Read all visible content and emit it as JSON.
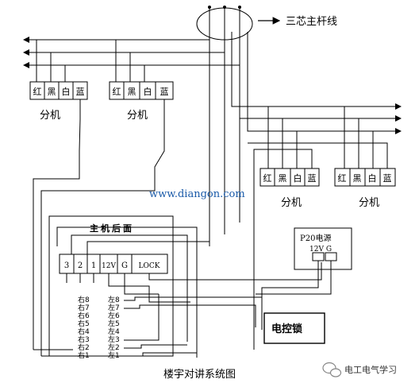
{
  "diagram": {
    "trunk_label": "三芯主杆线",
    "website": "www.diangon.com",
    "caption": "楼宇对讲系统图",
    "watermark": "电工电气学习",
    "extension_units": [
      {
        "label": "分机",
        "terminals": [
          "红",
          "黑",
          "白",
          "蓝"
        ]
      },
      {
        "label": "分机",
        "terminals": [
          "红",
          "黑",
          "白",
          "蓝"
        ]
      },
      {
        "label": "分机",
        "terminals": [
          "红",
          "黑",
          "白",
          "蓝"
        ]
      },
      {
        "label": "分机",
        "terminals": [
          "红",
          "黑",
          "白",
          "蓝"
        ]
      }
    ],
    "host_unit": {
      "label": "主机后面",
      "terminals": [
        "3",
        "2",
        "1",
        "12V",
        "G",
        "LOCK"
      ],
      "left_pins": [
        "左8",
        "左7",
        "左6",
        "左5",
        "左4",
        "左3",
        "左2",
        "左1"
      ],
      "right_pins": [
        "右8",
        "右7",
        "右6",
        "右5",
        "右4",
        "右3",
        "右2",
        "右1"
      ]
    },
    "power_supply": {
      "label": "P20电源",
      "terminals_text": "12V G"
    },
    "lock": {
      "label": "电控锁"
    }
  }
}
